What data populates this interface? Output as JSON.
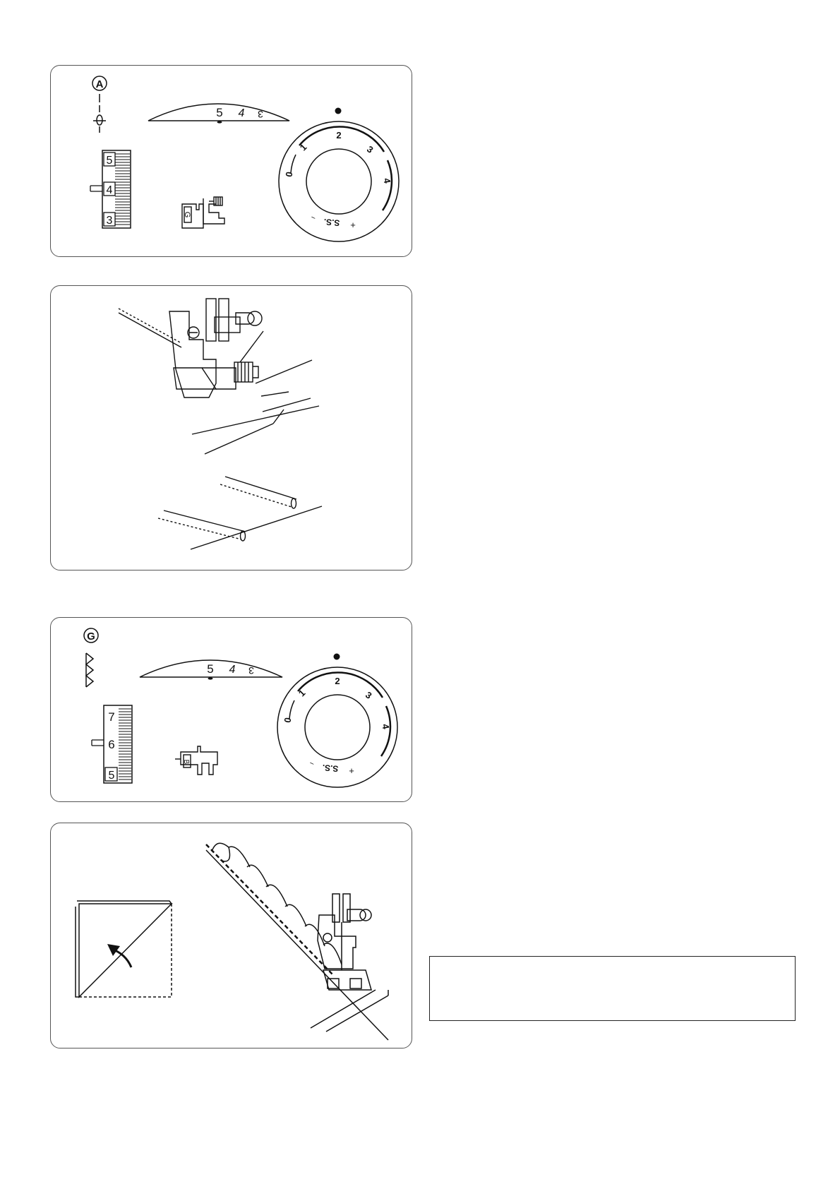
{
  "panel_a": {
    "pattern_letter": "A",
    "stitch_length_arc": [
      "5",
      "4",
      "3"
    ],
    "width_scale": [
      "5",
      "4",
      "3"
    ],
    "foot_letter": "G",
    "tension_dial": {
      "labels": [
        "0",
        "1",
        "2",
        "3",
        "4"
      ],
      "ss_label": "S.S."
    }
  },
  "panel_g": {
    "pattern_letter": "G",
    "stitch_length_arc": [
      "5",
      "4",
      "3"
    ],
    "width_scale": [
      "7",
      "6",
      "5"
    ],
    "foot_letter": "B",
    "tension_dial": {
      "labels": [
        "0",
        "1",
        "2",
        "3",
        "4"
      ],
      "ss_label": "S.S."
    }
  },
  "note": {
    "text": ""
  }
}
